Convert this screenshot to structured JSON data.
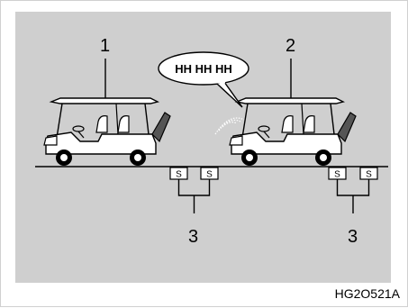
{
  "callouts": {
    "cart_1": "1",
    "cart_2": "2",
    "sensors_left": "3",
    "sensors_right": "3"
  },
  "speech_bubble_text": "HH HH HH",
  "sensor_label": "S",
  "figure_code": "HG2O521A",
  "colors": {
    "panel": "#cfcfcf",
    "ink": "#000000",
    "cart_body": "#ffffff",
    "signal": "#ffffff"
  }
}
